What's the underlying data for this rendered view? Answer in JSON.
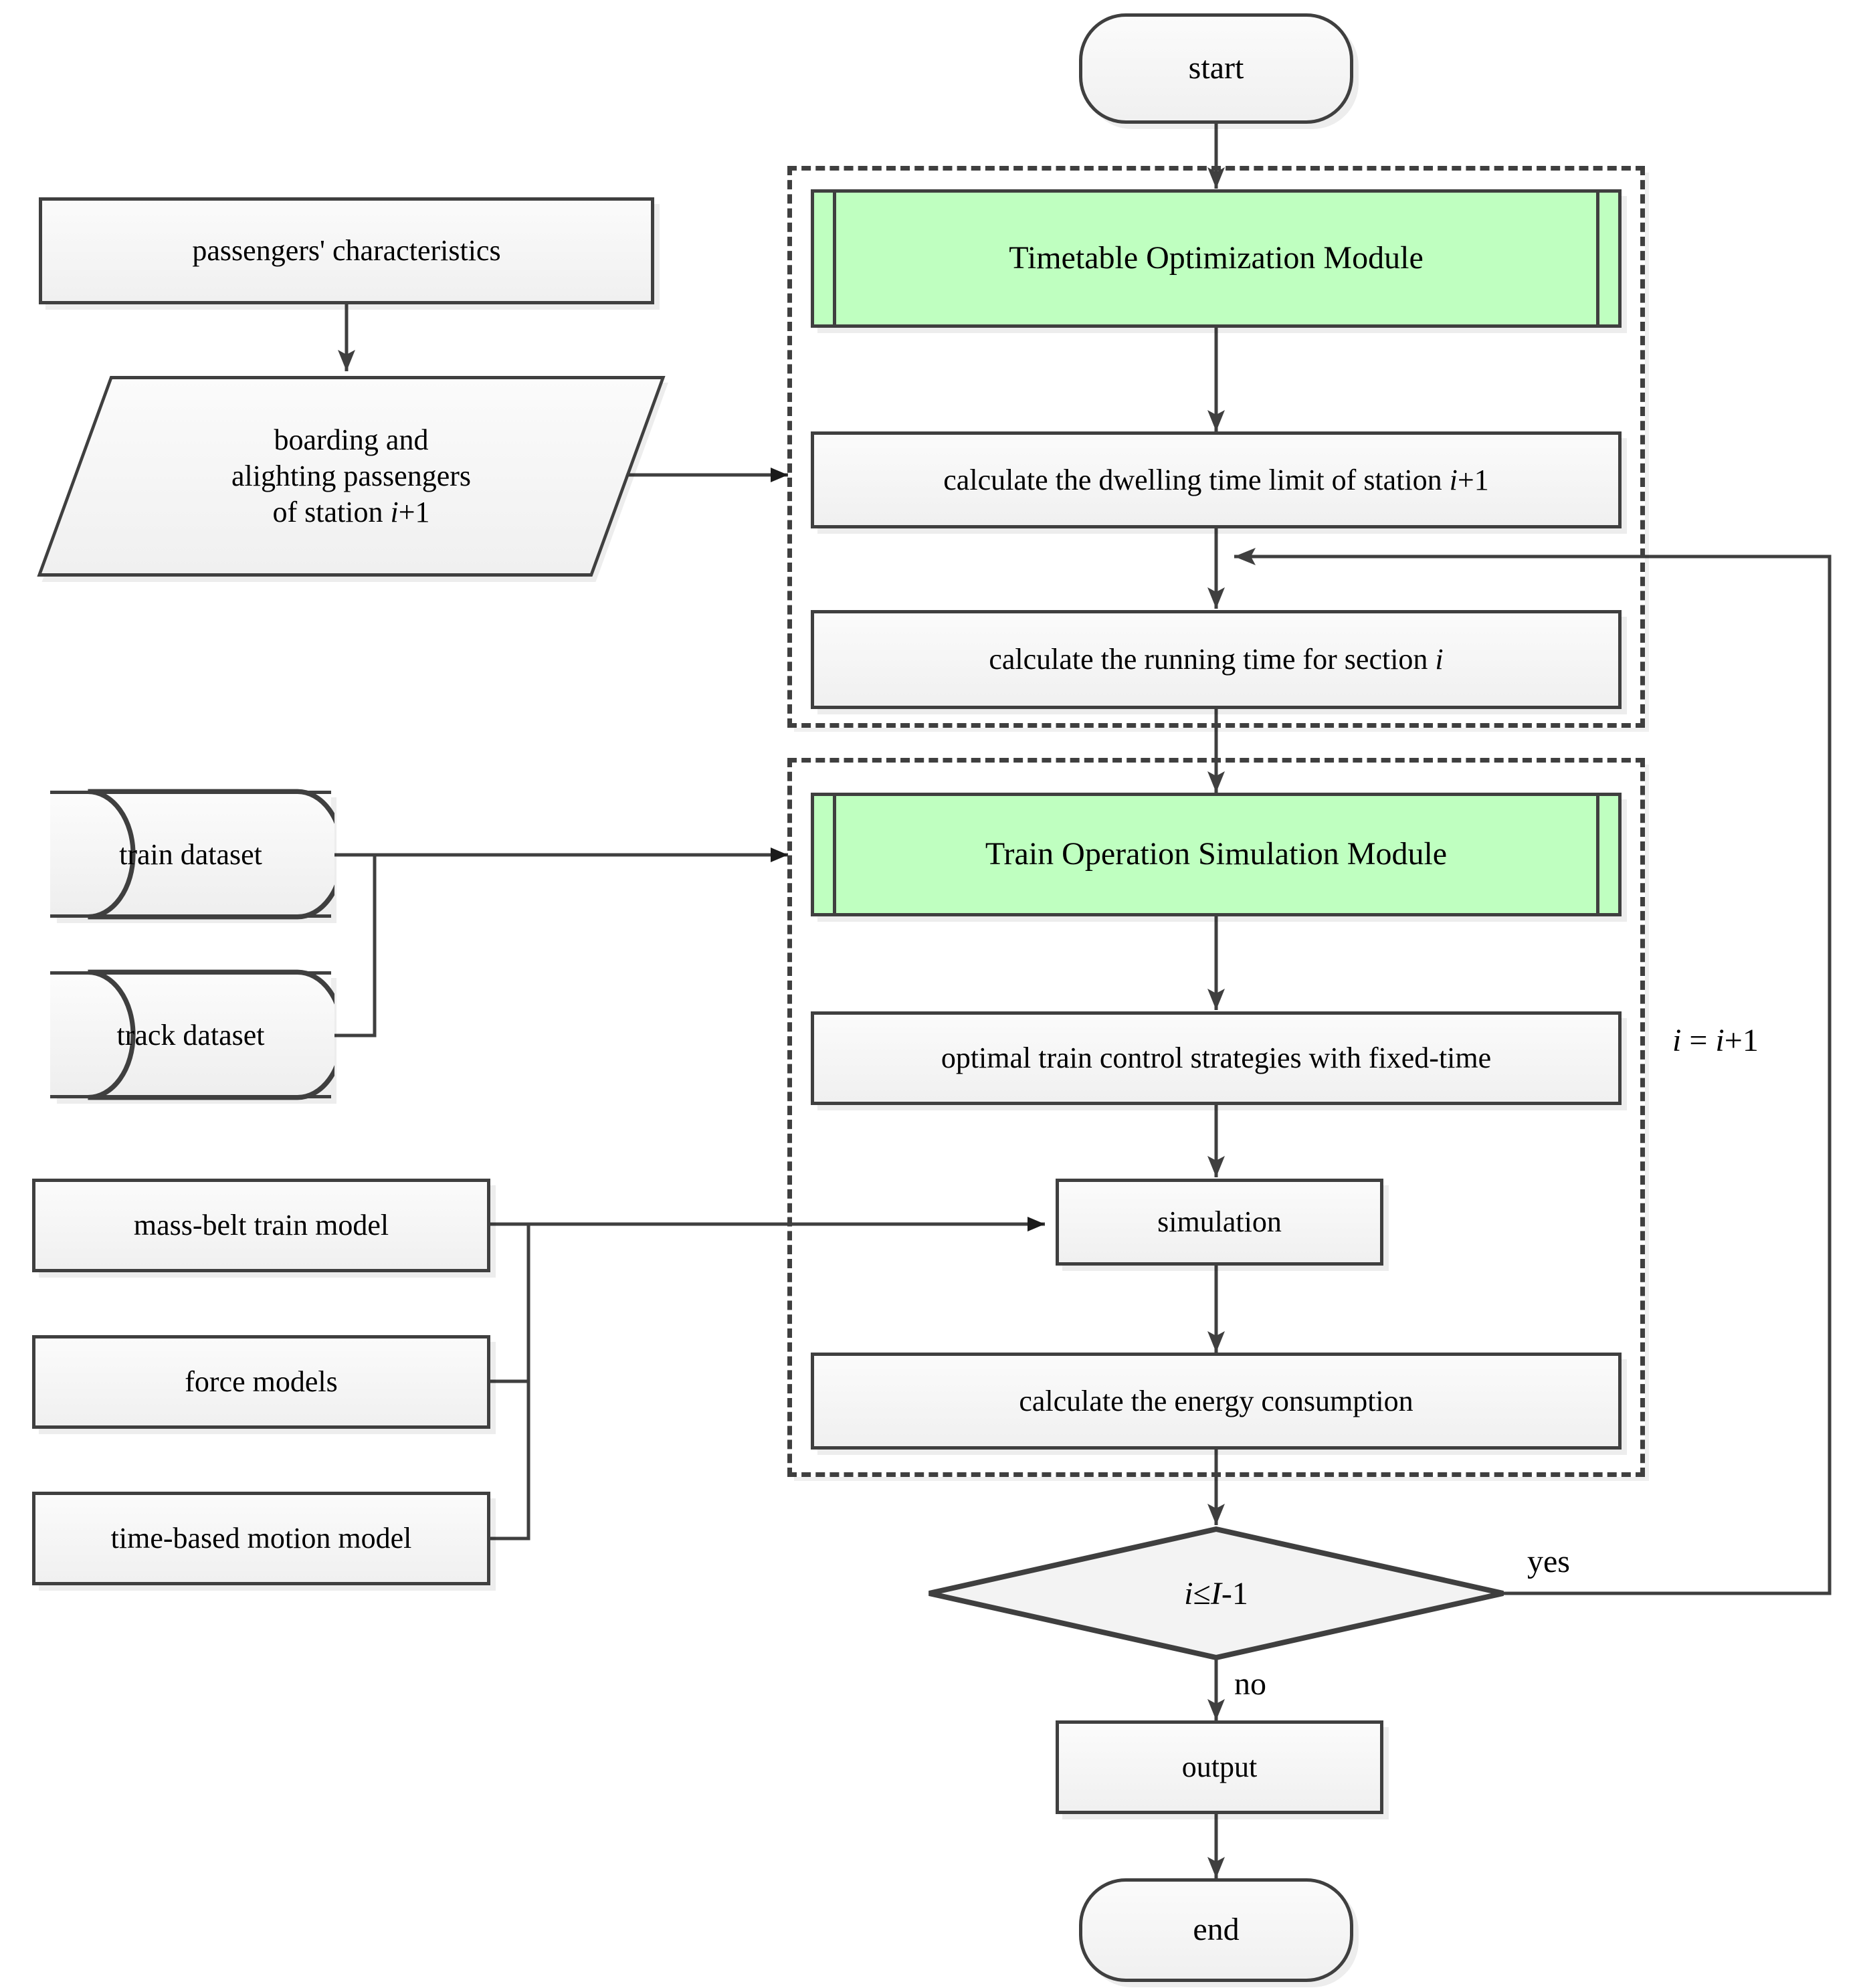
{
  "diagram": {
    "title": "Train timetable optimization and operation simulation flowchart",
    "colors": {
      "module_fill": "#bfffc0",
      "node_fill": "#f5f5f5",
      "stroke": "#3f3f3f",
      "background": "#ffffff"
    }
  },
  "nodes": {
    "start": "start",
    "end": "end",
    "passengers_characteristics": "passengers'  characteristics",
    "boarding_alighting": "boarding and\nalighting passengers\nof station i+1",
    "timetable_module": "Timetable Optimization Module",
    "dwelling_time": "calculate the dwelling time limit of station i+1",
    "running_time": "calculate the running time for section i",
    "simulation_module": "Train Operation Simulation Module",
    "control_strategies": "optimal train control strategies with fixed-time",
    "simulation": "simulation",
    "energy_consumption": "calculate the energy consumption",
    "decision": "i ≤ I-1",
    "output": "output",
    "train_dataset": "train dataset",
    "track_dataset": "track dataset",
    "mass_belt_model": "mass-belt train model",
    "force_models": "force models",
    "motion_model": "time-based motion model"
  },
  "edge_labels": {
    "yes": "yes",
    "no": "no",
    "increment": "i = i+1"
  },
  "node_text_parts": {
    "boarding_alighting_lines": [
      "boarding and",
      "alighting passengers",
      "of station ",
      "i",
      "+1"
    ],
    "dwelling_time_parts": [
      "calculate the dwelling time limit of station ",
      "i",
      "+1"
    ],
    "running_time_parts": [
      "calculate the running time for section ",
      "i"
    ],
    "decision_parts": [
      "i",
      " ≤ ",
      "I",
      "-1"
    ],
    "increment_parts": [
      "i",
      " = ",
      "i",
      "+1"
    ]
  }
}
